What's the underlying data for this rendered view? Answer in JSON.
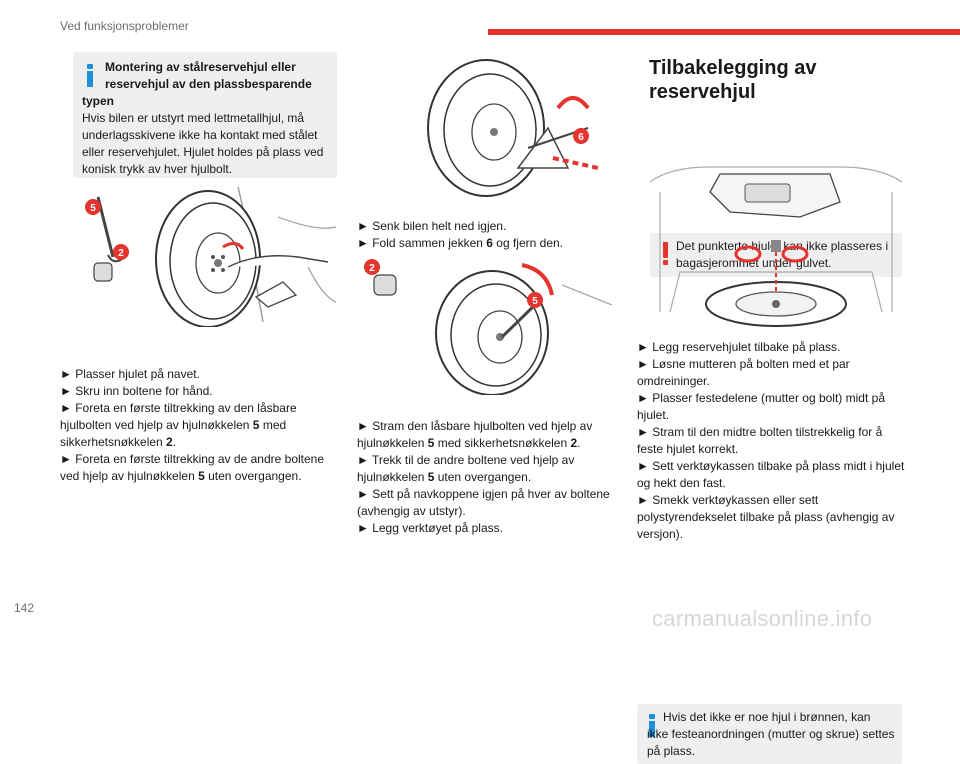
{
  "header": {
    "title": "Ved funksjonsproblemer"
  },
  "footer": {
    "page_number": "142",
    "watermark": "carmanualsonline.info"
  },
  "left_column": {
    "note": {
      "title_line1": "Montering av stålreservehjul eller",
      "title_line2": "reservehjul av den plassbesparende",
      "title_line3": "typen",
      "body": "Hvis bilen er utstyrt med lettmetallhjul, må underlagsskivene ikke ha kontakt med stålet eller reservehjulet. Hjulet holdes på plass ved konisk trykk av hver hjulbolt."
    },
    "illustration_callouts": [
      "5",
      "2"
    ],
    "steps": {
      "s1": "► Plasser hjulet på navet.",
      "s2": "► Skru inn boltene for hånd.",
      "s3_a": "► Foreta en første tiltrekking av den låsbare hjulbolten ved hjelp av hjulnøkkelen ",
      "s3_b": "5",
      "s3_c": " med sikkerhetsnøkkelen ",
      "s3_d": "2",
      "s3_e": ".",
      "s4_a": "► Foreta en første tiltrekking av de andre boltene ved hjelp av hjulnøkkelen ",
      "s4_b": "5",
      "s4_c": " uten overgangen."
    }
  },
  "middle_column": {
    "illustration1_callouts": [
      "6"
    ],
    "steps1": {
      "s1": "► Senk bilen helt ned igjen.",
      "s2_a": "► Fold sammen jekken ",
      "s2_b": "6",
      "s2_c": " og fjern den."
    },
    "illustration2_callouts": [
      "2",
      "5"
    ],
    "steps2": {
      "s1_a": "► Stram den låsbare hjulbolten ved hjelp av hjulnøkkelen ",
      "s1_b": "5",
      "s1_c": " med sikkerhetsnøkkelen ",
      "s1_d": "2",
      "s1_e": ".",
      "s2_a": "► Trekk til de andre boltene ved hjelp av hjulnøkkelen ",
      "s2_b": "5",
      "s2_c": " uten overgangen.",
      "s3": "► Sett på navkoppene igjen på hver av boltene (avhengig av utstyr).",
      "s4": "► Legg verktøyet på plass."
    }
  },
  "right_column": {
    "section_title_line1": "Tilbakelegging av",
    "section_title_line2": "reservehjul",
    "warning_note": "Det punkterte hjulet kan ikke plasseres i bagasjerommet under gulvet.",
    "steps": {
      "s1": "► Legg reservehjulet tilbake på plass.",
      "s2": "► Løsne mutteren på bolten med et par omdreininger.",
      "s3": "► Plasser festedelene (mutter og bolt) midt på hjulet.",
      "s4": "► Stram til den midtre bolten tilstrekkelig for å feste hjulet korrekt.",
      "s5": "► Sett verktøykassen tilbake på plass midt i hjulet og hekt den fast.",
      "s6": "► Smekk verktøykassen eller sett polystyrendekselet tilbake på plass (avhengig av versjon)."
    },
    "info_note": "Hvis det ikke er noe hjul i brønnen, kan ikke festeanordningen (mutter og skrue) settes på plass."
  },
  "colors": {
    "accent_red": "#e4342d",
    "info_blue": "#1f8fdc",
    "note_bg": "#efefef"
  }
}
